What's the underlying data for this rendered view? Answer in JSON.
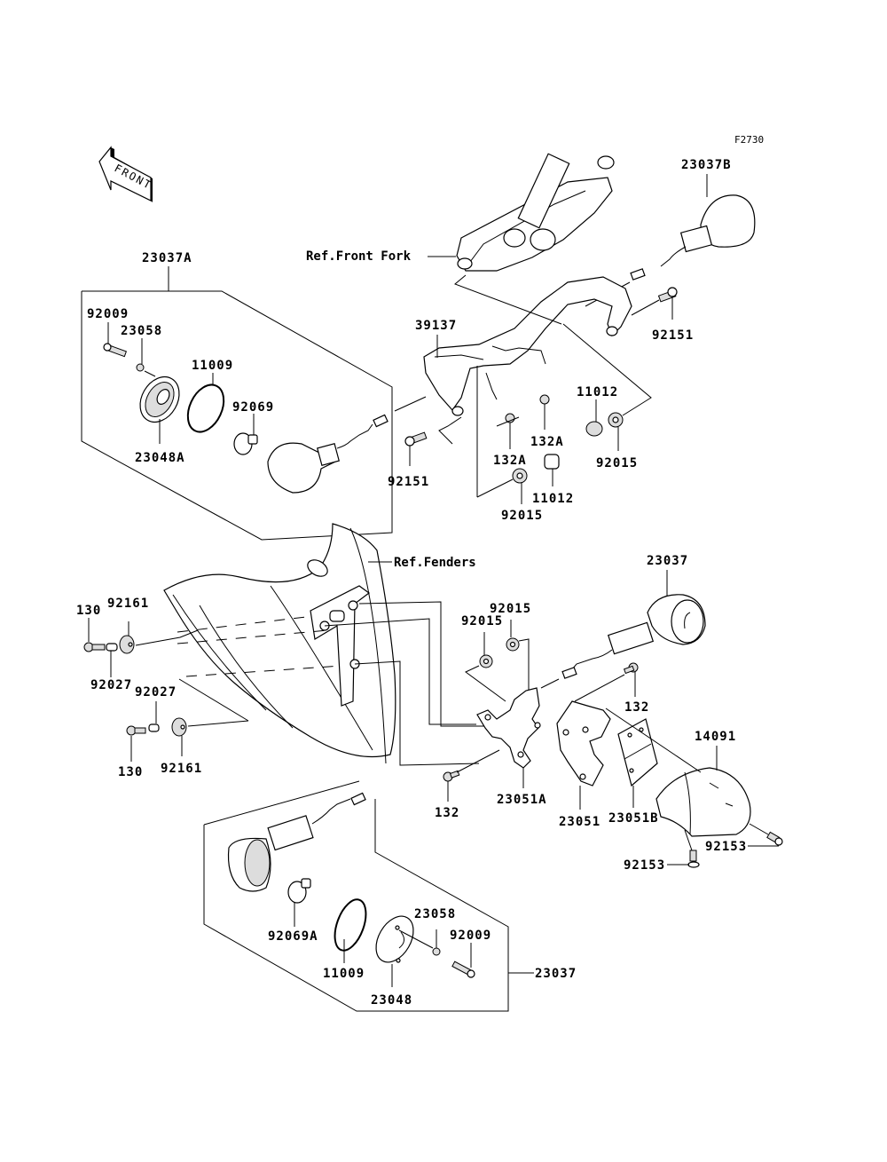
{
  "diagram": {
    "figure_code": "F2730",
    "front_indicator": "FRONT",
    "references": {
      "front_fork": "Ref.Front Fork",
      "fenders": "Ref.Fenders"
    },
    "parts": {
      "p23037B": "23037B",
      "p23037A": "23037A",
      "p92009_top": "92009",
      "p23058_top": "23058",
      "p11009_top": "11009",
      "p92069": "92069",
      "p23048A": "23048A",
      "p39137": "39137",
      "p92151_right": "92151",
      "p92151_left": "92151",
      "p11012_right": "11012",
      "p132A_right": "132A",
      "p132A_left": "132A",
      "p92015_right": "92015",
      "p11012_low": "11012",
      "p92015_low": "92015",
      "p23037_right": "23037",
      "p130_top": "130",
      "p92161_top": "92161",
      "p92027_top": "92027",
      "p92027_low": "92027",
      "p130_low": "130",
      "p92161_low": "92161",
      "p92015_bracket_a": "92015",
      "p92015_bracket_b": "92015",
      "p132_right": "132",
      "p14091": "14091",
      "p132_low": "132",
      "p23051A": "23051A",
      "p23051": "23051",
      "p23051B": "23051B",
      "p92153_right": "92153",
      "p92153_low": "92153",
      "p92069A": "92069A",
      "p11009_low": "11009",
      "p23058_low": "23058",
      "p92009_low": "92009",
      "p23048": "23048",
      "p23037_low": "23037"
    }
  }
}
